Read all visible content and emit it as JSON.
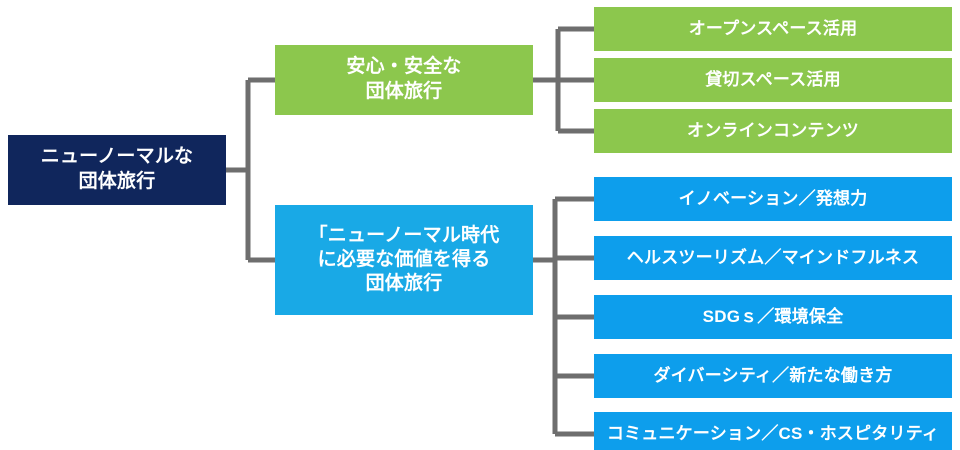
{
  "diagram": {
    "type": "tree",
    "orientation": "left-to-right",
    "colors": {
      "root": "#10265C",
      "branch_green": "#8CC74D",
      "branch_cyan": "#19A9E6",
      "leaf_green": "#8CC74D",
      "leaf_blue": "#0D9EEC",
      "connector": "#6E6E6E",
      "background": "#FFFFFF",
      "text": "#FFFFFF"
    },
    "root": {
      "label": "ニューノーマルな\n団体旅行"
    },
    "branches": [
      {
        "label": "安心・安全な\n団体旅行",
        "color": "#8CC74D",
        "children": [
          {
            "label": "オープンスペース活用"
          },
          {
            "label": "貸切スペース活用"
          },
          {
            "label": "オンラインコンテンツ"
          }
        ]
      },
      {
        "label": "「ニューノーマル時代\nに必要な価値を得る\n団体旅行",
        "color": "#19A9E6",
        "children": [
          {
            "label": "イノベーション／発想力"
          },
          {
            "label": "ヘルスツーリズム／マインドフルネス"
          },
          {
            "label": "SDGｓ／環境保全"
          },
          {
            "label": "ダイバーシティ／新たな働き方"
          },
          {
            "label": "コミュニケーション／CS・ホスピタリティ"
          }
        ]
      }
    ]
  }
}
